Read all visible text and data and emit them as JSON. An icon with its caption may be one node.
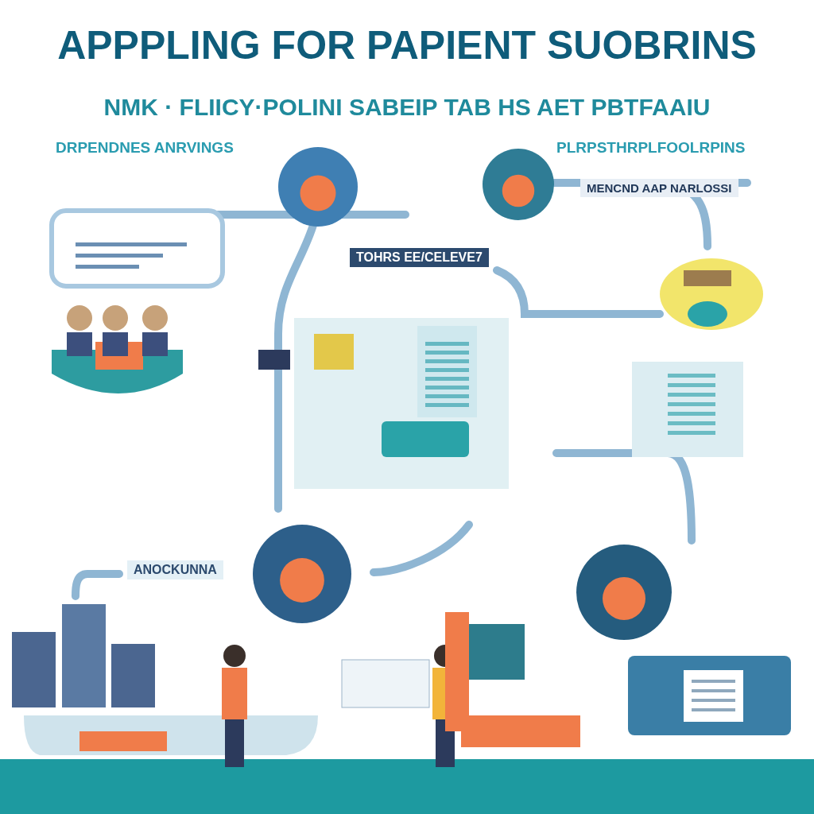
{
  "diagram": {
    "title": "APPPLING FOR PAPIENT SUOBRINS",
    "labels": [
      "NMK · FLIICY·POLINI SABEIP TAB HS AET PBTFAAIU",
      "DRPENDNES ANRVINGS",
      "PLRPSTHRPLFOOLRPINS",
      "MENCND AAP NARLOSSI",
      "TOHRS EE/CELEVE7",
      "ANOCKUNNA"
    ]
  }
}
